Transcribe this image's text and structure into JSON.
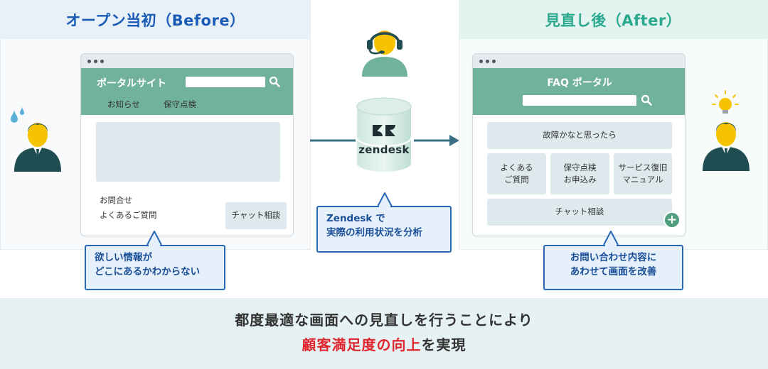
{
  "before": {
    "title": "オープン当初（Before）",
    "portal_title": "ポータルサイト",
    "tabs": [
      "お知らせ",
      "保守点検"
    ],
    "links": [
      "お問合せ",
      "よくあるご質問"
    ],
    "chat_button": "チャット相談",
    "bubble": [
      "欲しい情報が",
      "どこにあるかわからない"
    ]
  },
  "center": {
    "brand": "zendesk",
    "bubble": [
      "Zendesk で",
      "実際の利用状況を分析"
    ]
  },
  "after": {
    "title": "見直し後（After）",
    "portal_title": "FAQ ポータル",
    "tiles": {
      "top": "故障かなと思ったら",
      "left": [
        "よくある",
        "ご質問"
      ],
      "mid": [
        "保守点検",
        "お申込み"
      ],
      "right": [
        "サービス復旧",
        "マニュアル"
      ],
      "chat": "チャット相談"
    },
    "plus": "+",
    "bubble": [
      "お問い合わせ内容に",
      "あわせて画面を改善"
    ]
  },
  "bottom": {
    "line1": "都度最適な画面への見直しを行うことにより",
    "line2_accent": "顧客満足度の向上",
    "line2_rest": "を実現"
  },
  "colors": {
    "before_title": "#1a5bb5",
    "after_title": "#2aa88e",
    "portal_green": "#71b29a",
    "bubble_border": "#2a67b5",
    "accent_red": "#e0262e"
  }
}
